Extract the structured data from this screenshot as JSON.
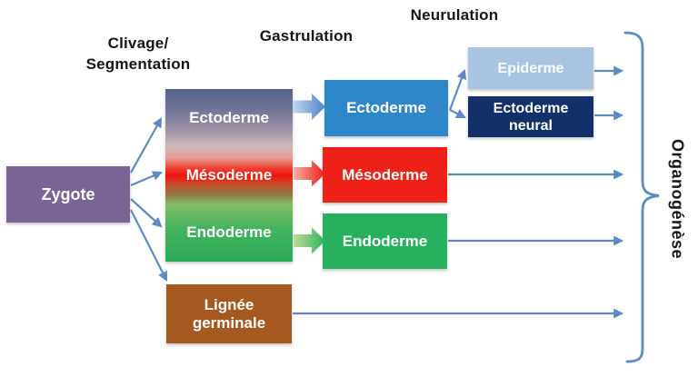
{
  "stages": {
    "clivage": "Clivage/\nSegmentation",
    "gastrulation": "Gastrulation",
    "neurulation": "Neurulation",
    "organogenese": "Organogénèse"
  },
  "nodes": {
    "zygote": {
      "label": "Zygote",
      "color": "#7a6495"
    },
    "germ_layers": {
      "ectoderme": "Ectoderme",
      "mesoderme": "Mésoderme",
      "endoderme": "Endoderme"
    },
    "gastrulation": {
      "ectoderme": {
        "label": "Ectoderme",
        "color": "#2d87c9"
      },
      "mesoderme": {
        "label": "Mésoderme",
        "color": "#ee2118"
      },
      "endoderme": {
        "label": "Endoderme",
        "color": "#27b05e"
      }
    },
    "neurulation": {
      "epiderme": {
        "label": "Epiderme",
        "color": "#a9c4e0"
      },
      "ectoderme_neural": {
        "label": "Ectoderme\nneural",
        "color": "#13306b"
      }
    },
    "lignee_germinale": {
      "label": "Lignée\ngerminale",
      "color": "#a5581f"
    }
  },
  "colors": {
    "arrow": "#5d8ac5",
    "heading_text": "#161616",
    "box_text": "#ffffff",
    "germ_gradient": [
      "#546389 0%",
      "#6f7597 12%",
      "#a495a7 25%",
      "#cfb9bc 33%",
      "#e79a93 40%",
      "#ee3f31 46%",
      "#f0140f 50%",
      "#c94a28 55%",
      "#8f7747 61%",
      "#86bd66 67%",
      "#47b35f 80%",
      "#2aab59 100%"
    ],
    "block_arrow_blue": [
      "#c3d7ee",
      "#4a85c8"
    ],
    "block_arrow_red": [
      "#f3b3aa",
      "#ee1a10"
    ],
    "block_arrow_green": [
      "#bedc94",
      "#2ab35e"
    ]
  }
}
